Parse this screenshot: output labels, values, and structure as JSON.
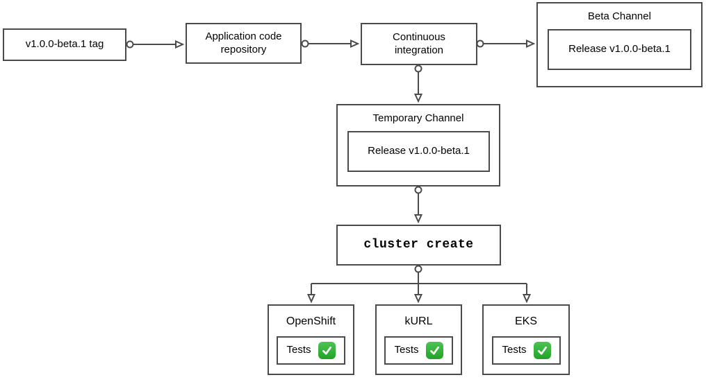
{
  "diagram": {
    "tag": {
      "label": "v1.0.0-beta.1 tag"
    },
    "repo": {
      "label": "Application code repository"
    },
    "ci": {
      "label": "Continuous integration"
    },
    "beta_channel": {
      "title": "Beta Channel",
      "release_label": "Release v1.0.0-beta.1"
    },
    "temporary_channel": {
      "title": "Temporary Channel",
      "release_label": "Release v1.0.0-beta.1"
    },
    "cluster_create": {
      "label": "cluster create"
    },
    "clusters": [
      {
        "title": "OpenShift",
        "tests_label": "Tests",
        "status_icon": "check-icon"
      },
      {
        "title": "kURL",
        "tests_label": "Tests",
        "status_icon": "check-icon"
      },
      {
        "title": "EKS",
        "tests_label": "Tests",
        "status_icon": "check-icon"
      }
    ],
    "colors": {
      "line": "#4a4a4a",
      "background": "#ffffff",
      "text": "#000000",
      "check_green": "#2db52d",
      "check_mark": "#ffffff"
    }
  }
}
